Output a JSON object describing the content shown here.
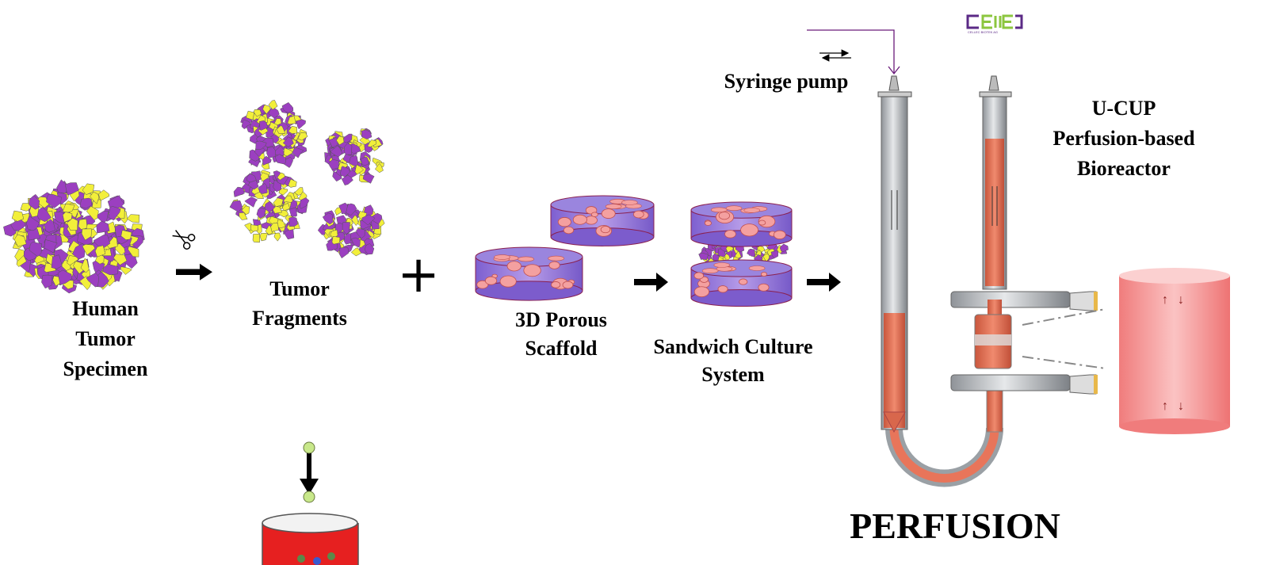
{
  "labels": {
    "specimen": [
      "Human",
      "Tumor",
      "Specimen"
    ],
    "fragments": [
      "Tumor",
      "Fragments"
    ],
    "scaffold": [
      "3D Porous",
      "Scaffold"
    ],
    "sandwich": [
      "Sandwich Culture",
      "System"
    ],
    "syringe": "Syringe pump",
    "ucup": [
      "U-CUP",
      "Perfusion-based",
      "Bioreactor"
    ],
    "perfusion": "PERFUSION"
  },
  "logo": {
    "text": "CELLEC",
    "subtitle": "CELLEC BIOTEK AG"
  },
  "plus": "+",
  "colors": {
    "purple": "#9b3fc0",
    "yellow": "#f2ef3a",
    "scaffold": "#8b6fd6",
    "pore": "#f4a0a0",
    "fluid": "#e8755a",
    "logo_purple": "#5b2a86",
    "logo_green": "#8cc63f"
  }
}
